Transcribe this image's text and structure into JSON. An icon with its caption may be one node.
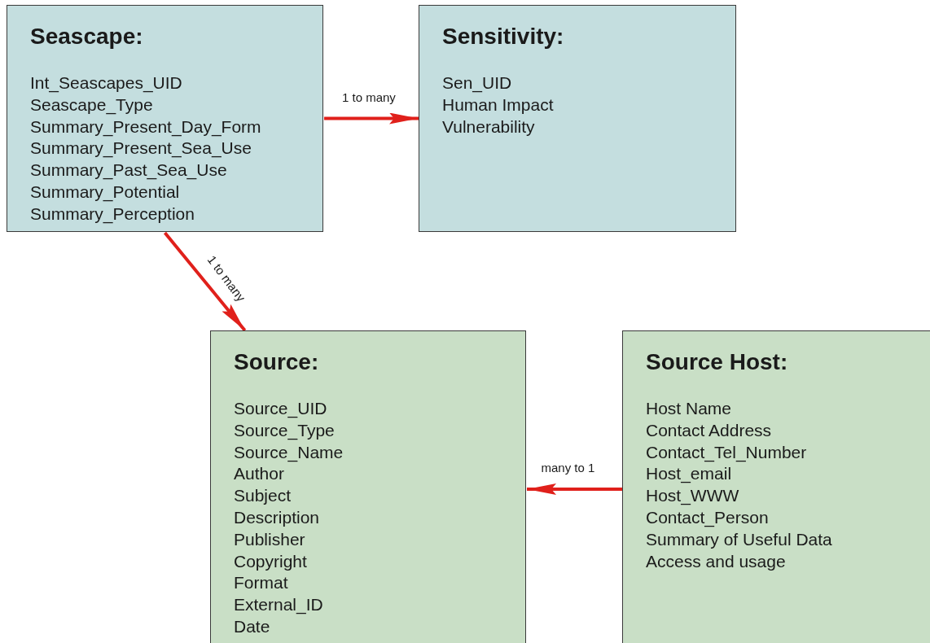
{
  "diagram": {
    "nodes": [
      {
        "text": [
          "Seascape:",
          "Int_Seascapes_UID",
          "Seascape_Type",
          "Summary_Present_Day_Form",
          "Summary_Present_Sea_Use",
          "Summary_Past_Sea_Use",
          "Summary_Potential",
          "Summary_Perception"
        ]
      },
      {
        "text": [
          "Sensitivity:",
          "Sen_UID",
          "Human Impact",
          "Vulnerability"
        ]
      },
      {
        "text": [
          "Source:",
          "Source_UID",
          "Source_Type",
          "Source_Name",
          "Author",
          "Subject",
          "Description",
          "Publisher",
          "Copyright",
          "Format",
          "External_ID",
          "Date"
        ]
      },
      {
        "text": [
          "Source Host:",
          "Host Name",
          "Contact Address",
          "Contact_Tel_Number",
          "Host_email",
          "Host_WWW",
          "Contact_Person",
          "Summary of Useful Data",
          "Access and usage"
        ]
      }
    ],
    "edges": [
      {
        "from": 0,
        "to": 1,
        "arrow": "to",
        "label": "1 to many"
      },
      {
        "from": 0,
        "to": 2,
        "arrow": "to",
        "label": "1 to many"
      },
      {
        "from": 3,
        "to": 2,
        "arrow": "to",
        "label": "many to 1"
      }
    ]
  }
}
